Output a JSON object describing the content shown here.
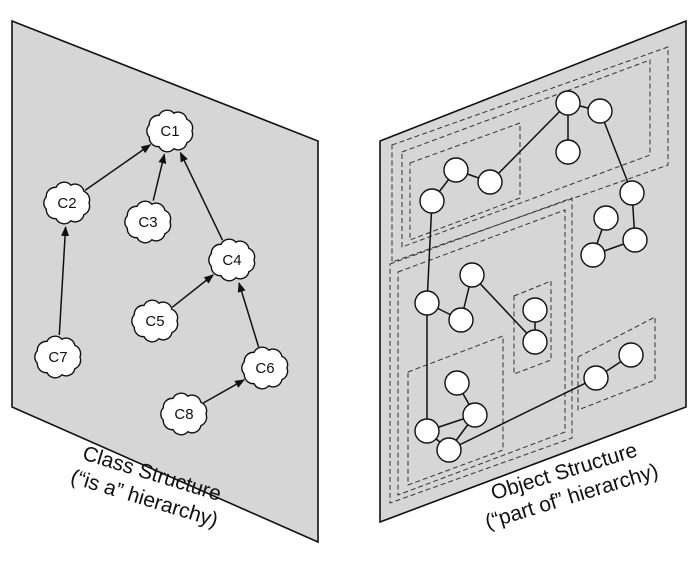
{
  "colors": {
    "plane": "#d6d6d6",
    "stroke": "#111111",
    "node_fill": "#ffffff",
    "background": "#ffffff"
  },
  "class_panel": {
    "classes": [
      {
        "id": "C1",
        "label": "C1"
      },
      {
        "id": "C2",
        "label": "C2"
      },
      {
        "id": "C3",
        "label": "C3"
      },
      {
        "id": "C4",
        "label": "C4"
      },
      {
        "id": "C5",
        "label": "C5"
      },
      {
        "id": "C6",
        "label": "C6"
      },
      {
        "id": "C7",
        "label": "C7"
      },
      {
        "id": "C8",
        "label": "C8"
      }
    ],
    "relations": [
      {
        "from": "C2",
        "to": "C1"
      },
      {
        "from": "C3",
        "to": "C1"
      },
      {
        "from": "C4",
        "to": "C1"
      },
      {
        "from": "C7",
        "to": "C2"
      },
      {
        "from": "C5",
        "to": "C4"
      },
      {
        "from": "C6",
        "to": "C4"
      },
      {
        "from": "C8",
        "to": "C6"
      }
    ],
    "caption": {
      "line1": "Class Structure",
      "line2": "(“is a” hierarchy)"
    }
  },
  "object_panel": {
    "caption": {
      "line1": "Object Structure",
      "line2": "(“part of” hierarchy)"
    }
  }
}
